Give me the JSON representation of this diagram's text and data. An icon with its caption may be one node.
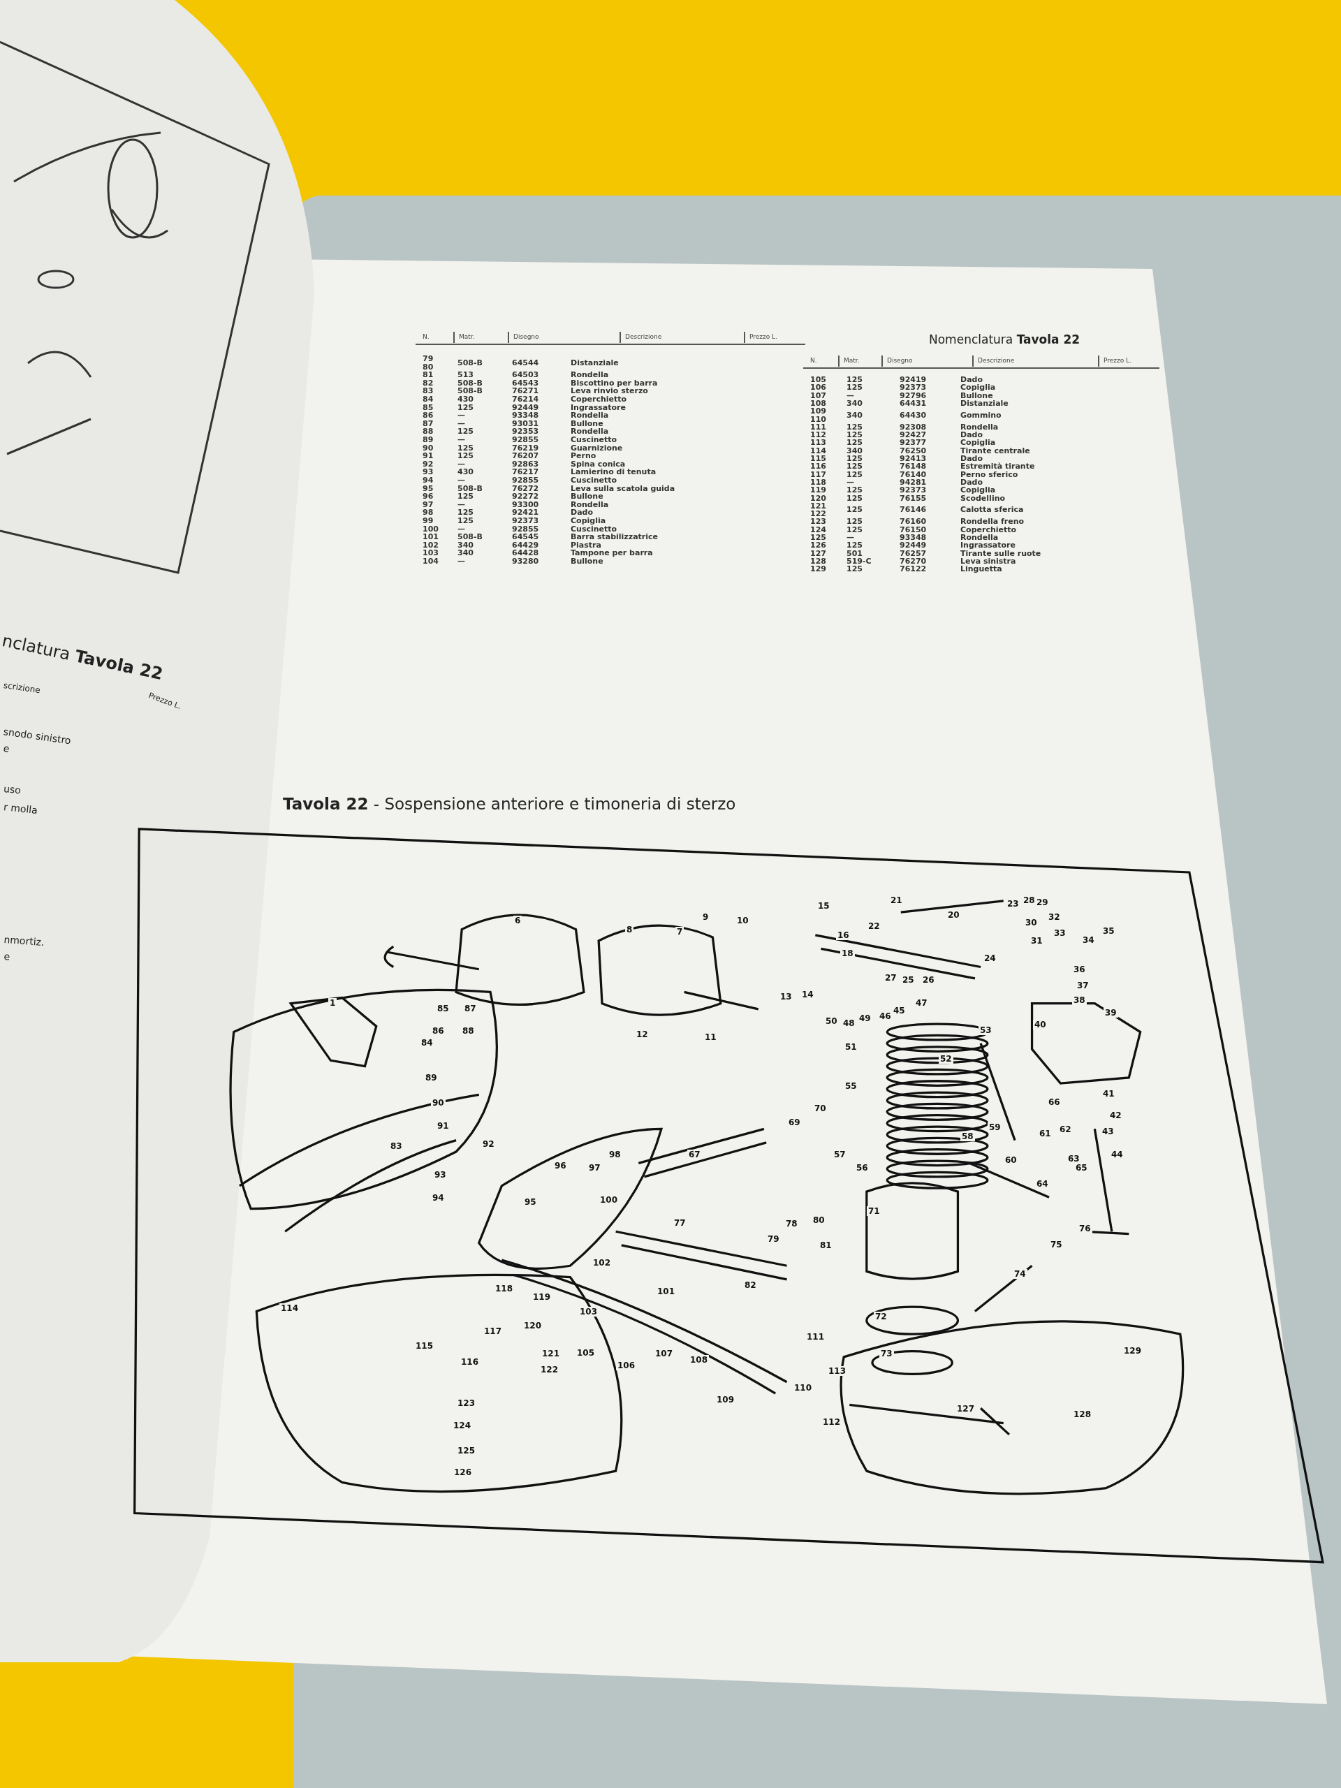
{
  "diagram": {
    "title": "**Tavola 22** - Sospensione anteriore e timoneria di sterzo",
    "labels": [
      "nclatura **Tavola 22**",
      "scrizione",
      "Prezzo L.",
      "snodo sinistro",
      "e",
      "uso",
      "r molla",
      "nmortiz.",
      "e",
      "N.",
      "Matr.",
      "Disegno",
      "Descrizione",
      "Prezzo L.",
      "79",
      "80",
      "508-B",
      "64544",
      "Distanziale",
      "81",
      "513",
      "64503",
      "Rondella",
      "82",
      "508-B",
      "64543",
      "Biscottino per barra",
      "83",
      "508-B",
      "76271",
      "Leva rinvio sterzo",
      "84",
      "430",
      "76214",
      "Coperchietto",
      "85",
      "125",
      "92449",
      "Ingrassatore",
      "86",
      "—",
      "93348",
      "Rondella",
      "87",
      "—",
      "93031",
      "Bullone",
      "88",
      "125",
      "92353",
      "Rondella",
      "89",
      "—",
      "92855",
      "Cuscinetto",
      "90",
      "125",
      "76219",
      "Guarnizione",
      "91",
      "125",
      "76207",
      "Perno",
      "92",
      "—",
      "92863",
      "Spina conica",
      "93",
      "430",
      "76217",
      "Lamierino di tenuta",
      "94",
      "—",
      "92855",
      "Cuscinetto",
      "95",
      "508-B",
      "76272",
      "Leva sulla scatola guida",
      "96",
      "125",
      "92272",
      "Bullone",
      "97",
      "—",
      "93300",
      "Rondella",
      "98",
      "125",
      "92421",
      "Dado",
      "99",
      "125",
      "92373",
      "Copiglia",
      "100",
      "—",
      "92855",
      "Cuscinetto",
      "101",
      "508-B",
      "64545",
      "Barra stabilizzatrice",
      "102",
      "340",
      "64429",
      "Piastra",
      "103",
      "340",
      "64428",
      "Tampone per barra",
      "104",
      "—",
      "93280",
      "Bullone",
      "Nomenclatura **Tavola 22**",
      "N.",
      "Matr.",
      "Disegno",
      "Descrizione",
      "Prezzo L.",
      "105",
      "125",
      "92419",
      "Dado",
      "106",
      "125",
      "92373",
      "Copiglia",
      "107",
      "—",
      "92796",
      "Bullone",
      "108",
      "340",
      "64431",
      "Distanziale",
      "109",
      "110",
      "340",
      "64430",
      "Gommino",
      "111",
      "125",
      "92308",
      "Rondella",
      "112",
      "125",
      "92427",
      "Dado",
      "113",
      "125",
      "92377",
      "Copiglia",
      "114",
      "340",
      "76250",
      "Tirante centrale",
      "115",
      "125",
      "92413",
      "Dado",
      "116",
      "125",
      "76148",
      "Estremità tirante",
      "117",
      "125",
      "76140",
      "Perno sferico",
      "118",
      "—",
      "94281",
      "Dado",
      "119",
      "125",
      "92373",
      "Copiglia",
      "120",
      "125",
      "76155",
      "Scodellino",
      "121",
      "122",
      "125",
      "76146",
      "Calotta sferica",
      "123",
      "125",
      "76160",
      "Rondella freno",
      "124",
      "125",
      "76150",
      "Coperchietto",
      "125",
      "—",
      "93348",
      "Rondella",
      "126",
      "125",
      "92449",
      "Ingrassatore",
      "127",
      "501",
      "76257",
      "Tirante sulle ruote",
      "128",
      "519-C",
      "76270",
      "Leva sinistra",
      "129",
      "125",
      "76122",
      "Linguetta",
      "1",
      "6",
      "8",
      "7",
      "9",
      "10",
      "11",
      "12",
      "13",
      "14",
      "15",
      "16",
      "18",
      "20",
      "21",
      "22",
      "23",
      "24",
      "27",
      "25",
      "26",
      "28",
      "29",
      "30",
      "31",
      "32",
      "33",
      "34",
      "35",
      "36",
      "37",
      "38",
      "39",
      "40",
      "41",
      "42",
      "43",
      "44",
      "45",
      "46",
      "47",
      "48",
      "49",
      "50",
      "51",
      "52",
      "53",
      "55",
      "56",
      "57",
      "58",
      "59",
      "60",
      "61",
      "62",
      "63",
      "64",
      "65",
      "66",
      "67",
      "69",
      "70",
      "71",
      "72",
      "73",
      "74",
      "75",
      "76",
      "77",
      "78",
      "79",
      "80",
      "81",
      "82",
      "83",
      "84",
      "85",
      "86",
      "87",
      "88",
      "89",
      "90",
      "91",
      "92",
      "93",
      "94",
      "95",
      "96",
      "97",
      "98",
      "100",
      "101",
      "102",
      "103",
      "105",
      "106",
      "107",
      "108",
      "109",
      "110",
      "111",
      "112",
      "113",
      "114",
      "115",
      "116",
      "117",
      "118",
      "119",
      "120",
      "121",
      "122",
      "123",
      "124",
      "125",
      "126",
      "127",
      "128",
      "129"
    ]
  }
}
